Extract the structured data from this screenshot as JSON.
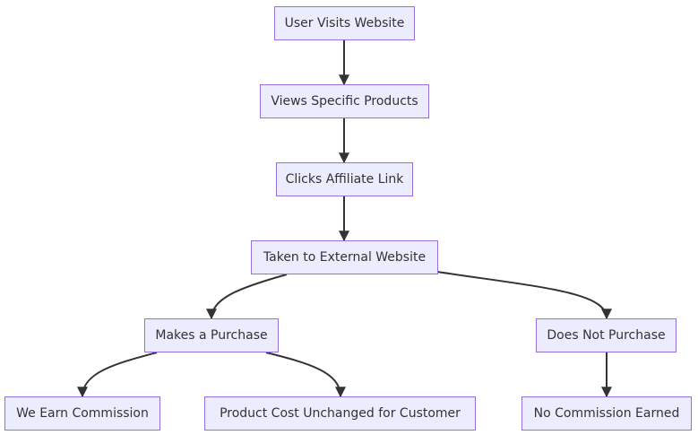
{
  "diagram": {
    "nodes": {
      "user_visits": "User Visits Website",
      "views_products": "Views Specific Products",
      "clicks_link": "Clicks Affiliate Link",
      "external_site": "Taken to External Website",
      "makes_purchase": "Makes a Purchase",
      "no_purchase": "Does Not Purchase",
      "earn_commission": "We Earn Commission",
      "cost_unchanged": "Product Cost Unchanged for Customer",
      "no_commission": "No Commission Earned"
    },
    "colors": {
      "node_fill": "#ECECFF",
      "node_border": "#9370DB",
      "edge": "#333333",
      "text": "#333333"
    }
  }
}
